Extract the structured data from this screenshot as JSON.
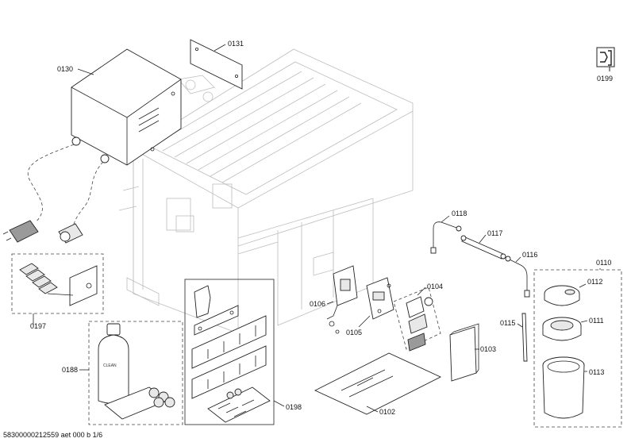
{
  "labels": {
    "p0130": "0130",
    "p0131": "0131",
    "p0199": "0199",
    "p0118": "0118",
    "p0117": "0117",
    "p0116": "0116",
    "p0110": "0110",
    "p0112": "0112",
    "p0111": "0111",
    "p0113": "0113",
    "p0104": "0104",
    "p0106": "0106",
    "p0105": "0105",
    "p0115": "0115",
    "p0103": "0103",
    "p0102": "0102",
    "p0197": "0197",
    "p0188": "0188",
    "p0198": "0198"
  },
  "footer": "58300000212559 aet 000 b 1/6",
  "icons": [
    "wrench-tool-icon"
  ]
}
